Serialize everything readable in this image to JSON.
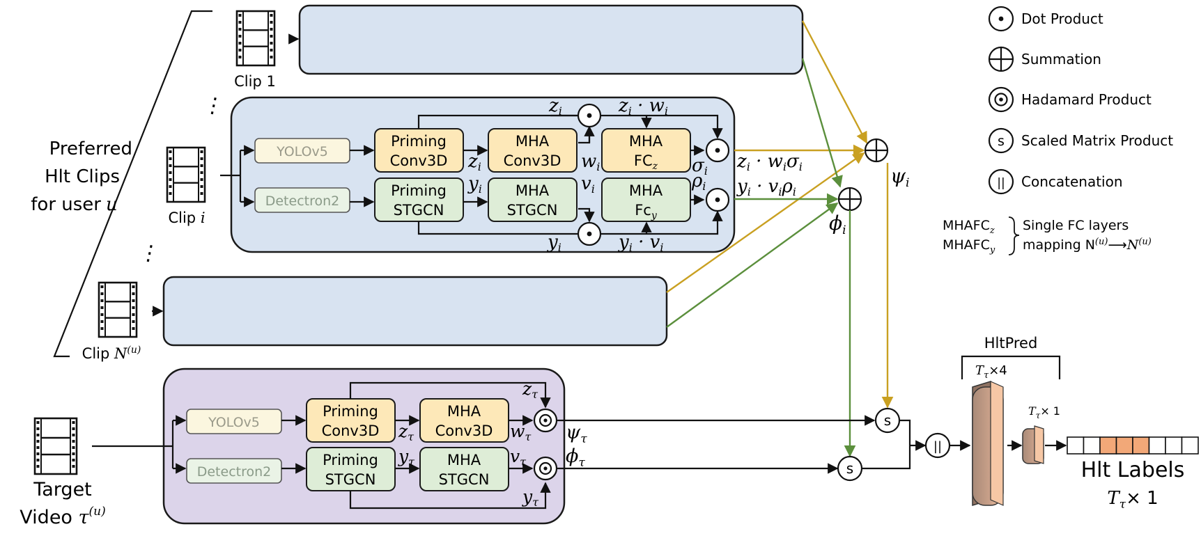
{
  "colors": {
    "panel_blue": "#d8e3f1",
    "panel_purple": "#dcd4ea",
    "box_yellow": "#fde8b8",
    "box_green": "#deedd7",
    "box_light_yellow": "#fbf6df",
    "box_light_green": "#eaf3e6",
    "arrow_gold": "#c9a021",
    "arrow_green": "#5b8f3c",
    "bar_brown": "#a88a78",
    "bar_peach": "#f6c7a5",
    "label_orange": "#f2a878"
  },
  "legend": {
    "dot": "Dot Product",
    "sum": "Summation",
    "hadamard": "Hadamard Product",
    "scaled": "Scaled Matrix Product",
    "concat": "Concatenation",
    "mhafc_z": "MHAFC",
    "mhafc_z_sub": "z",
    "mhafc_y": "MHAFC",
    "mhafc_y_sub": "y",
    "note_line1": "Single FC layers",
    "note_line2": "mapping N",
    "note_sup": "(u)",
    "note_arrow": "⟶",
    "note_end": "N",
    "note_end_sup": "(u)"
  },
  "clips": {
    "preferred_line1": "Preferred",
    "preferred_line2": "Hlt Clips",
    "preferred_line3": "for user",
    "preferred_user": "u",
    "clip1": "Clip 1",
    "clipi": "Clip",
    "clipi_idx": "i",
    "clipN": "Clip",
    "clipN_N": "N",
    "clipN_sup": "(u)",
    "dots1": "⋮",
    "dots2": "⋮"
  },
  "target": {
    "line1": "Target",
    "line2": "Video",
    "tau": "τ",
    "sup": "(u)"
  },
  "blocks": {
    "yolo": "YOLOv5",
    "detectron": "Detectron2",
    "priming": "Priming",
    "conv3d": "Conv3D",
    "stgcn": "STGCN",
    "mha": "MHA",
    "fc": "FC",
    "fc_sub": "z",
    "fcy": "Fc",
    "fcy_sub": "y"
  },
  "math": {
    "zi": "z",
    "yi": "y",
    "wi": "w",
    "vi": "v",
    "sigma_i": "σ",
    "rho_i": "ρ",
    "sub_i": "i",
    "zi_wi": "z",
    "zi_wi_rest": " · w",
    "yi_vi_rest": " · v",
    "out_z_rest": " · w",
    "out_z_sigma": "σ",
    "out_y_rest": " · v",
    "out_y_rho": "ρ",
    "psi": "ψ",
    "phi": "ϕ",
    "tau": "τ",
    "z": "z",
    "y": "y",
    "w": "w",
    "v": "v"
  },
  "ops": {
    "dot": "⊙",
    "scaled": "s",
    "concat": "||"
  },
  "head": {
    "title": "HltPred",
    "t1": "T",
    "t1_sub": "τ",
    "t1_rest": "×4",
    "t2": "T",
    "t2_sub": "τ",
    "t2_rest": "× 1",
    "labels_title": "Hlt Labels",
    "labels_T": "T",
    "labels_sub": "τ",
    "labels_rest": "× 1"
  }
}
